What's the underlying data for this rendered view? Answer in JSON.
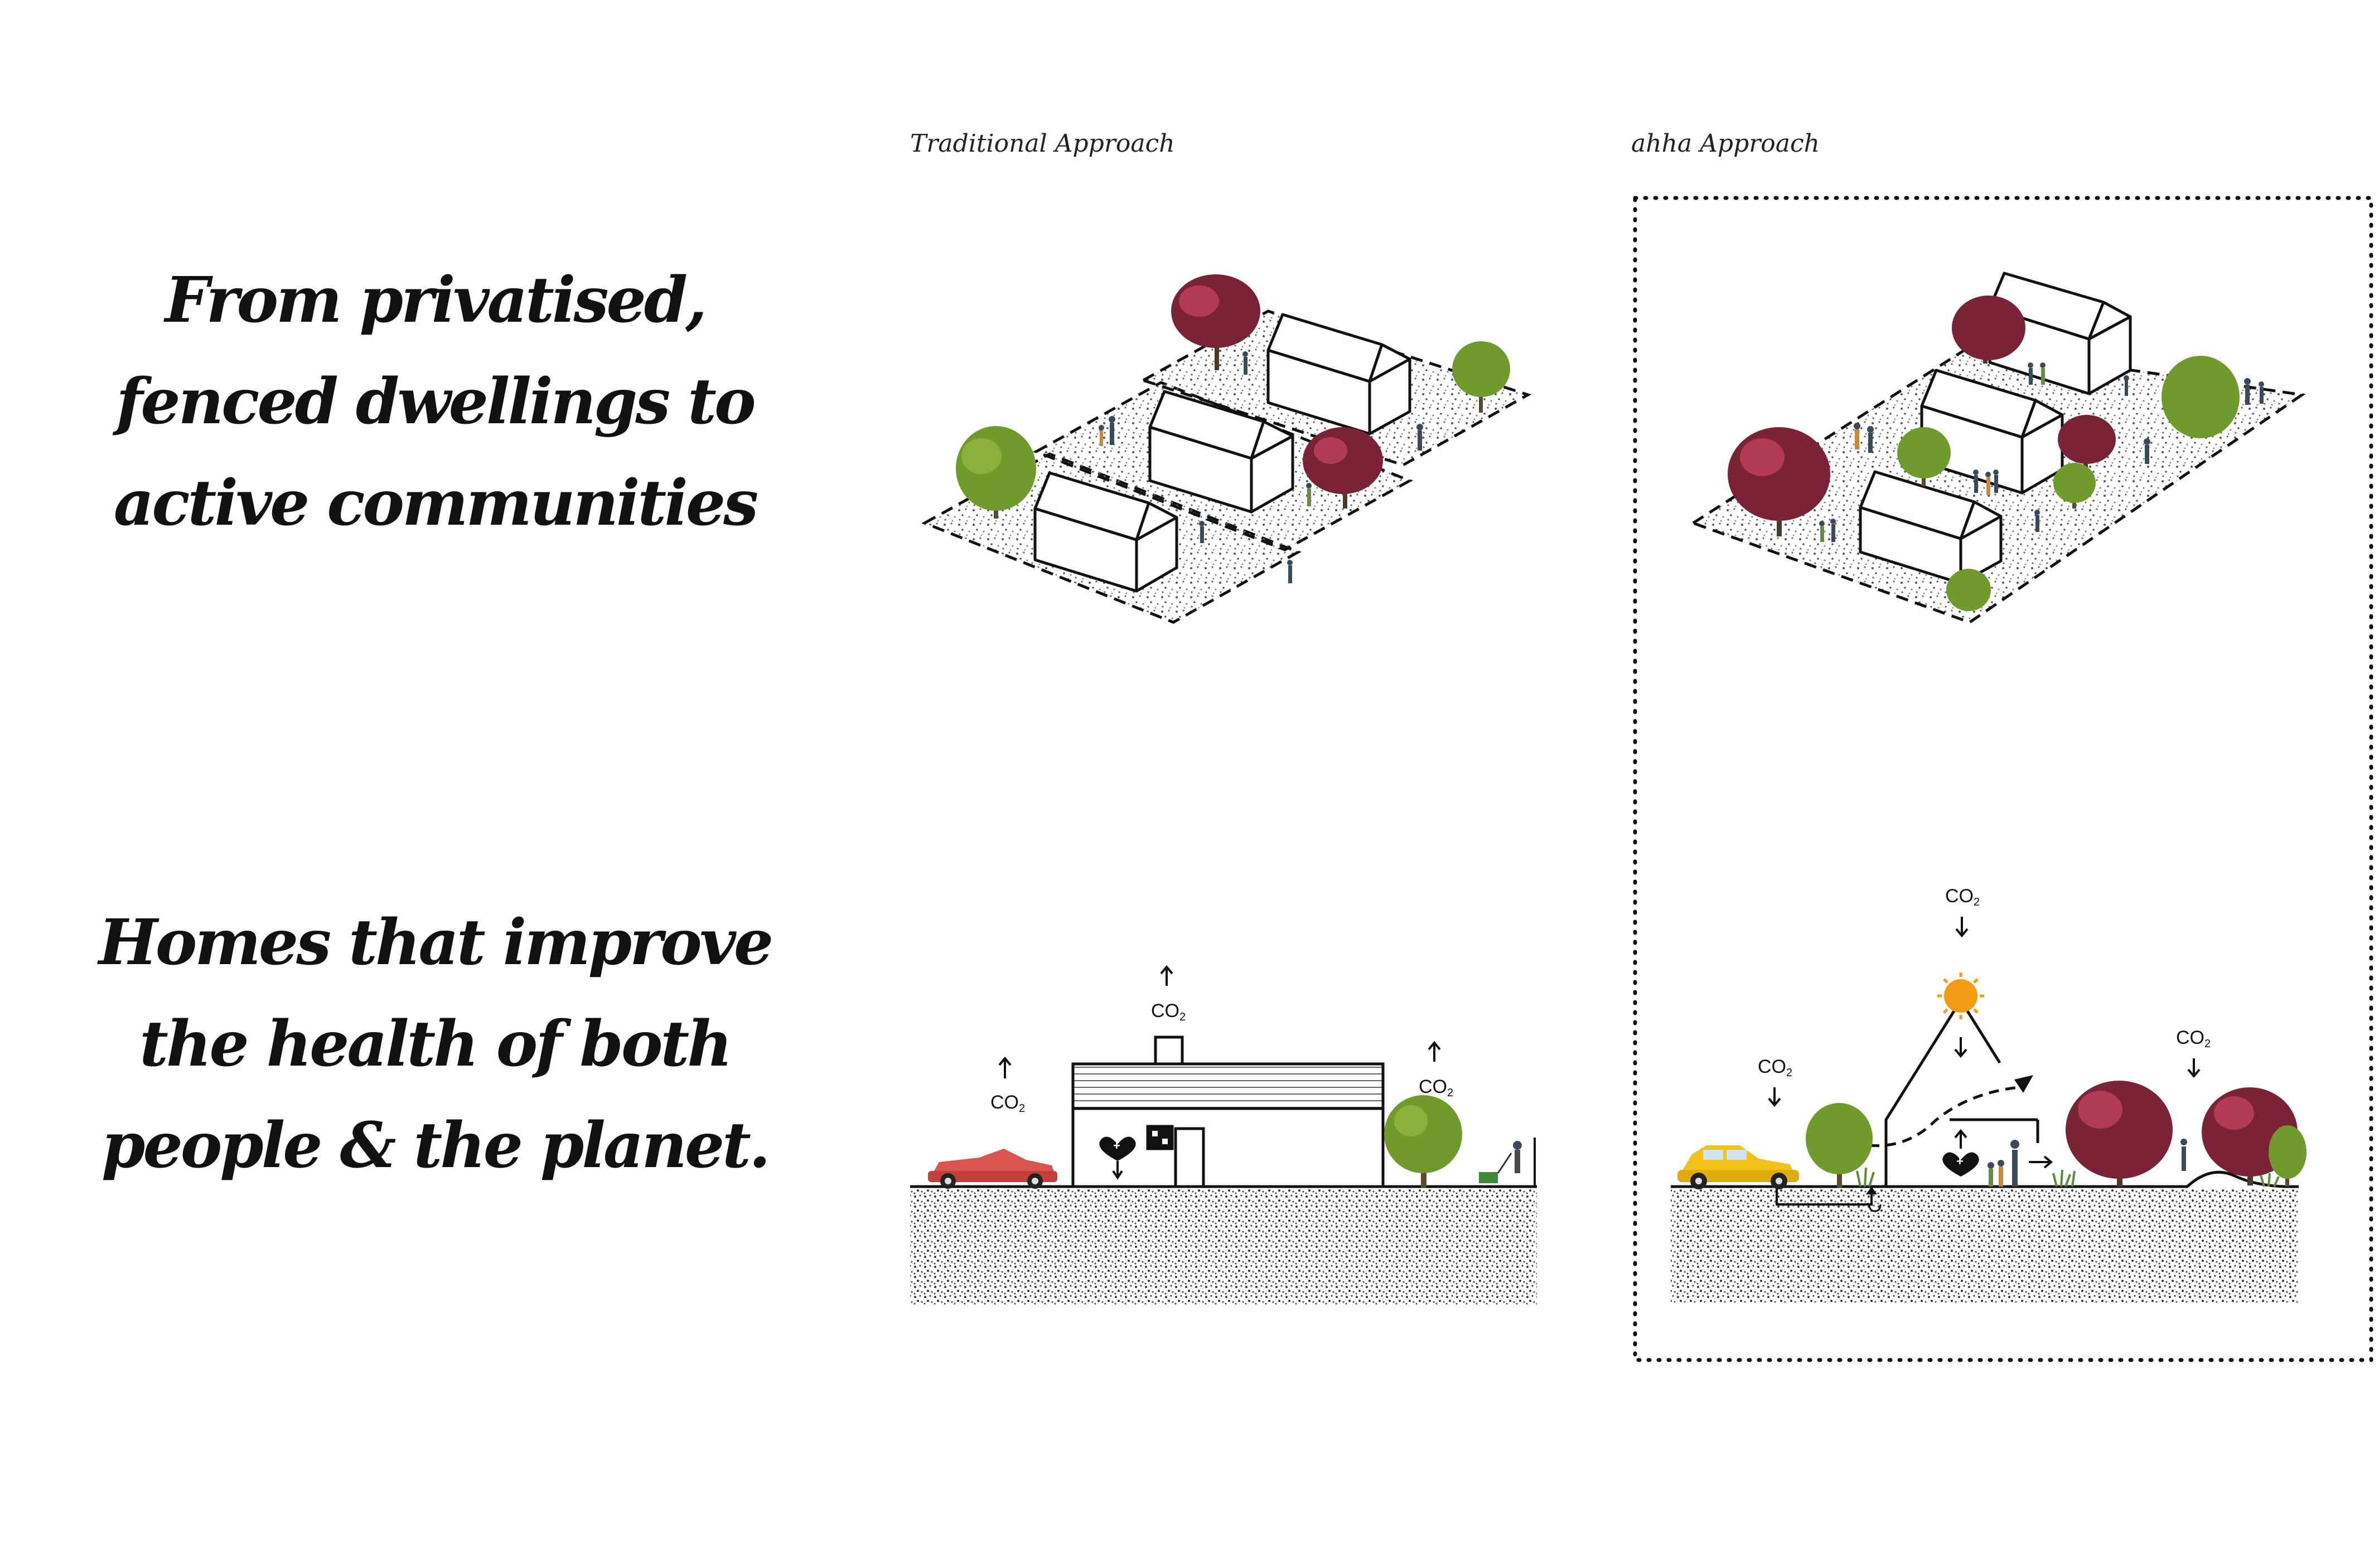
{
  "columns": {
    "traditional": "Traditional Approach",
    "ahha": "ahha Approach"
  },
  "headlines": {
    "communities": "From privatised, fenced dwellings to active communities",
    "health": "Homes that improve the health of both people & the planet."
  },
  "co2_label": {
    "base": "CO",
    "subscript": "2"
  },
  "colors": {
    "ink": "#111111",
    "tree_green": "#6f9a2c",
    "tree_red": "#7a2338",
    "car_red": "#d9534f",
    "car_yellow": "#f2c21b",
    "sun": "#f39c12"
  }
}
